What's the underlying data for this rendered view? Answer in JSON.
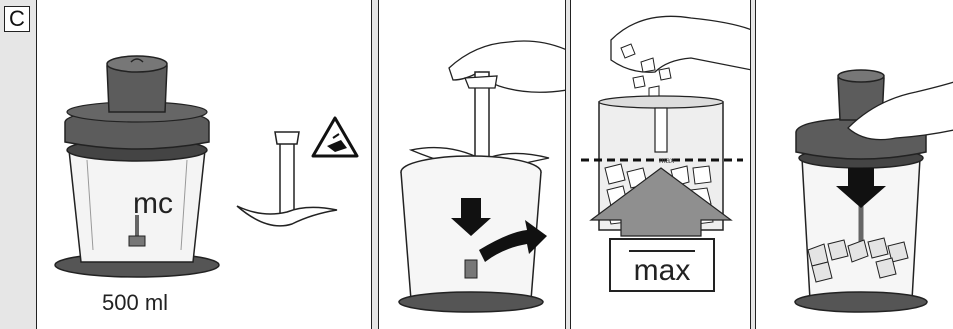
{
  "figure": {
    "label": "C",
    "panels": [
      {
        "id": "p1",
        "bowl_text": "mc",
        "volume_text": "500 ml"
      },
      {
        "id": "p2"
      },
      {
        "id": "p3",
        "level_text": "max",
        "small_mark": "max"
      },
      {
        "id": "p4"
      }
    ]
  },
  "icons": [
    "warning-sharp-blade-icon",
    "insert-arrow-icon",
    "rotate-arrow-icon",
    "max-level-arrow-icon",
    "press-down-arrow-icon"
  ],
  "colors": {
    "outline": "#222222",
    "bowl_lid": "#5c5c5c",
    "background": "#e6e6e6",
    "arrow": "#111111"
  }
}
